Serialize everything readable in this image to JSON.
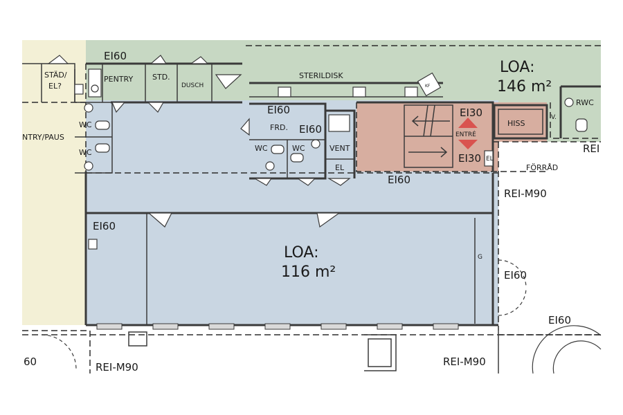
{
  "colors": {
    "office_zone": "#c9d6e2",
    "lab_zone": "#c7d8c3",
    "entrance_zone": "#d7aea0",
    "pantry_zone": "#f3f0d6",
    "unassigned": "#ffffff",
    "arrow": "#d9534f"
  },
  "areas": {
    "upper": {
      "label": "LOA:",
      "value": "146 m²"
    },
    "lower": {
      "label": "LOA:",
      "value": "116 m²"
    }
  },
  "rooms": {
    "stad_line1": "STÄD/",
    "stad_line2": "EL?",
    "pentry": "PENTRY",
    "std": "STD.",
    "dusch": "DUSCH",
    "sterildisk": "STERILDISK",
    "frd": "FRD.",
    "wc": "WC",
    "vent": "VENT",
    "el": "EL",
    "entre": "ENTRÉ",
    "hiss": "HISS",
    "el_small": "EL",
    "rwc": "RWC",
    "forrad": "FÖRRÅD",
    "pentry_paus": "NTRY/PAUS",
    "g": "G",
    "kf": "KF",
    "v": "V."
  },
  "ratings": {
    "ei60": "EI60",
    "ei30": "EI30",
    "rei_m90": "REI-M90",
    "rei": "REI",
    "sixty": "60"
  }
}
